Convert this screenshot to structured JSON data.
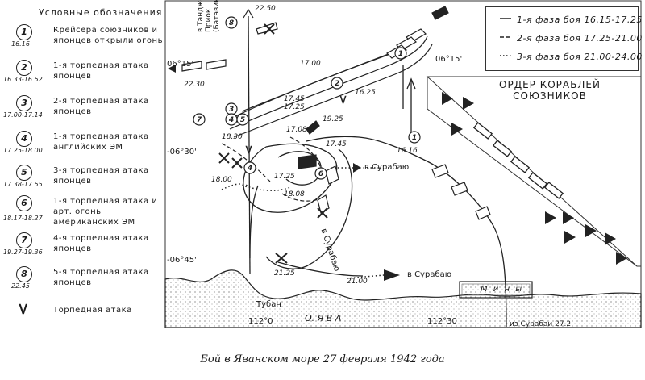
{
  "legend": {
    "title": "Условные обозначения",
    "items": [
      {
        "num": "1",
        "time": "16.16",
        "text": "Крейсера союзников и японцев открыли огонь"
      },
      {
        "num": "2",
        "time": "16.33-16.52",
        "text": "1-я торпедная атака японцев"
      },
      {
        "num": "3",
        "time": "17.00-17.14",
        "text": "2-я торпедная атака японцев"
      },
      {
        "num": "4",
        "time": "17.25-18.00",
        "text": "1-я торпедная атака английских ЭМ"
      },
      {
        "num": "5",
        "time": "17.38-17.55",
        "text": "3-я торпедная атака японцев"
      },
      {
        "num": "6",
        "time": "18.17-18.27",
        "text": "1-я торпедная атака и арт. огонь американских ЭМ"
      },
      {
        "num": "7",
        "time": "19.27-19.36",
        "text": "4-я торпедная атака японцев"
      },
      {
        "num": "8",
        "time": "22.45",
        "text": "5-я торпедная атака японцев"
      }
    ],
    "torpedo_symbol": "Ꮩ",
    "torpedo_text": "Торпедная атака"
  },
  "phases": [
    "1-я фаза боя 16.15-17.25",
    "2-я фаза боя 17.25-21.00",
    "3-я фаза боя 21.00-24.00"
  ],
  "order_title": "ОРДЕР КОРАБЛЕЙ СОЮЗНИКОВ",
  "map_labels": {
    "lat_15_top": "06°15'",
    "lat_15_left": "06°15'",
    "lat_30": "-06°30'",
    "lat_45": "-06°45'",
    "lon_112": "112°0",
    "lon_112_30": "112°30",
    "tandjong": "в Танджонг Приок (Батавию)",
    "to_surabaya_1": "в Сурабаю",
    "to_surabaya_2": "в Сурабаю",
    "to_surabaya_3": "в Сурабаю",
    "from_surabaya": "из Сурабаи 27.2",
    "tuban": "Тубан",
    "island": "О. Я В А",
    "mines": "М и н ы",
    "times": [
      "22.50",
      "17.00",
      "16.25",
      "22.30",
      "17.25",
      "17.45",
      "19.25",
      "18.30",
      "17.08",
      "17.45",
      "16.16",
      "18.00",
      "17.25",
      "18.08",
      "21.25",
      "21.00"
    ]
  },
  "caption": "Бой в Яванском море 27 февраля 1942 года"
}
